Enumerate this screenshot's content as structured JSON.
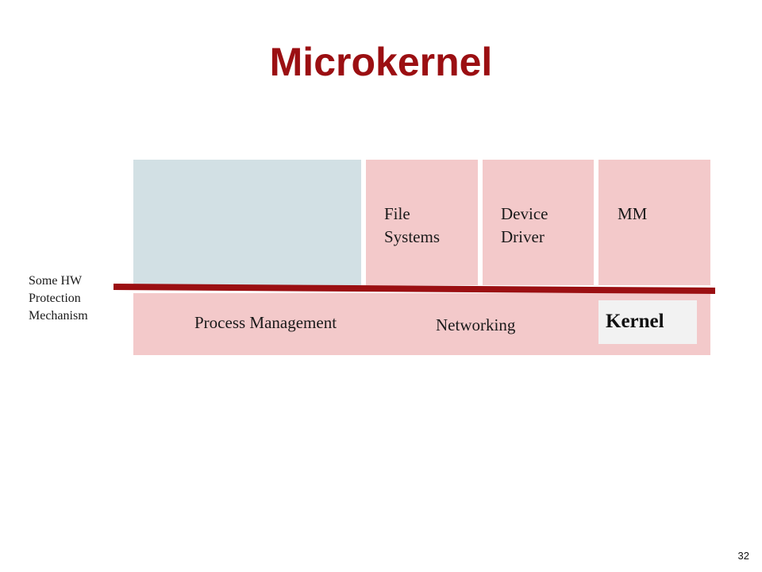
{
  "slide": {
    "title": "Microkernel",
    "page_number": "32"
  },
  "diagram": {
    "user_components": [
      {
        "label": "File\nSystems"
      },
      {
        "label": "Device\nDriver"
      },
      {
        "label": "MM"
      }
    ],
    "kernel_components": [
      {
        "label": "Process Management"
      },
      {
        "label": "Networking"
      }
    ],
    "kernel_label": "Kernel",
    "boundary_label": "Some HW\nProtection\nMechanism"
  },
  "colors": {
    "title": "#9b0f12",
    "user_area": "#d2e0e4",
    "component_fill": "#f3c9ca",
    "protection_line": "#9b0f12",
    "kernel_tag_fill": "#f2f2f2"
  }
}
